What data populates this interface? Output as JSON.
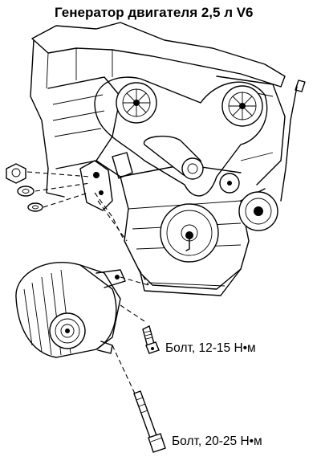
{
  "title": "Генератор двигателя 2,5 л V6",
  "callouts": {
    "bolt_upper": "Болт, 12-15 Н•м",
    "bolt_lower": "Болт, 20-25 Н•м"
  },
  "colors": {
    "ink": "#000000",
    "paper": "#ffffff"
  }
}
